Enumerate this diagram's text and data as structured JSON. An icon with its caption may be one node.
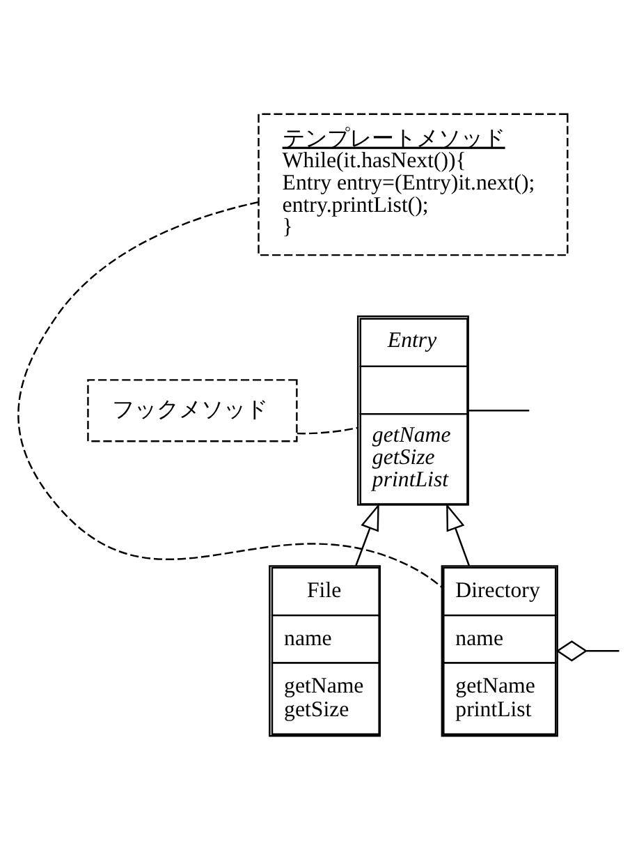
{
  "diagram": {
    "nodes": [
      {
        "text": [
          "テンプレートメソッド",
          "While(it.hasNext()){",
          "Entry entry=(Entry)it.next();",
          "entry.printList();",
          "}"
        ]
      },
      {
        "text": [
          "Entry",
          "getName",
          "getSize",
          "printList"
        ]
      },
      {
        "text": [
          "フックメソッド"
        ]
      },
      {
        "text": [
          "File",
          "name",
          "getName",
          "getSize"
        ]
      },
      {
        "text": [
          "Directory",
          "name",
          "getName",
          "printList"
        ]
      }
    ],
    "edges": [
      {
        "from": 0,
        "to": 4,
        "arrow": "none",
        "style": "dashed"
      },
      {
        "from": 2,
        "to": 1,
        "arrow": "none",
        "style": "dashed"
      },
      {
        "from": 3,
        "to": 1,
        "arrow": "to"
      },
      {
        "from": 4,
        "to": 1,
        "arrow": "to"
      },
      {
        "from": 1,
        "to": null,
        "arrow": "none"
      },
      {
        "from": 4,
        "to": null,
        "arrow": "other"
      }
    ]
  }
}
